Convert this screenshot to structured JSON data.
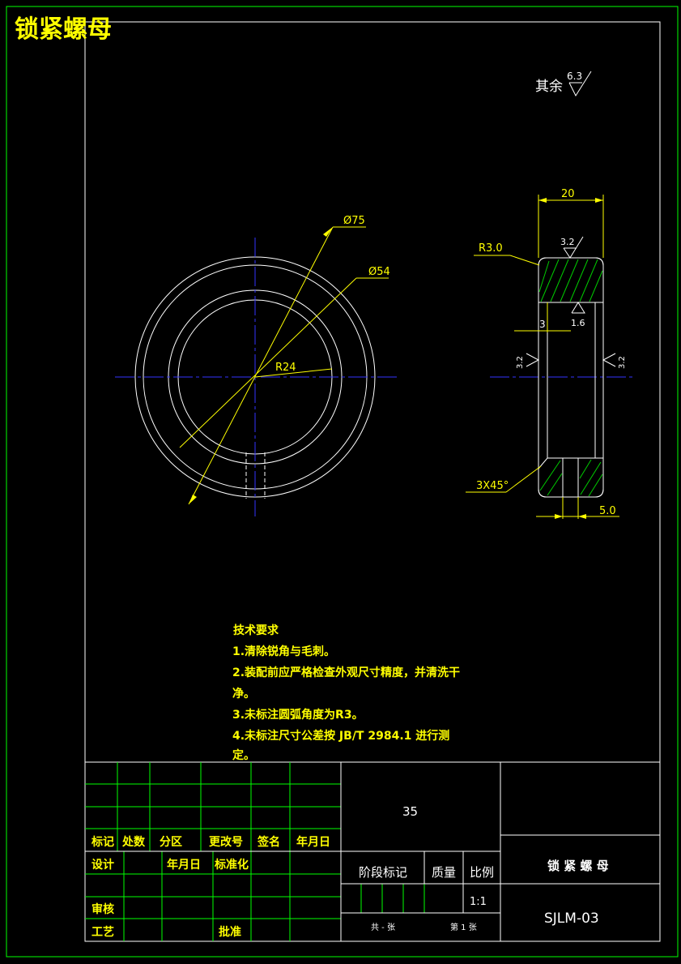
{
  "title": "锁紧螺母",
  "roughness": {
    "label": "其余",
    "value": "6.3"
  },
  "front_view": {
    "d_outer": "Ø75",
    "d_inner": "Ø54",
    "radius": "R24"
  },
  "side_view": {
    "width": "20",
    "fillet": "R3.0",
    "rough_top": "3.2",
    "dim_3": "3",
    "rough_1_6": "1.6",
    "rough_left": "3.2",
    "rough_right": "3.2",
    "chamfer": "3X45°",
    "dim_5": "5.0"
  },
  "tech": {
    "heading": "技术要求",
    "line1": "1.清除锐角与毛刺。",
    "line2a": "2.装配前应严格检查外观尺寸精度，并清洗干",
    "line2b": "净。",
    "line3": "3.未标注圆弧角度为R3。",
    "line4a": "4.未标注尺寸公差按 JB/T 2984.1 进行测",
    "line4b": "定。"
  },
  "title_block": {
    "material": "35",
    "h_mark": "标记",
    "h_count": "处数",
    "h_zone": "分区",
    "h_change": "更改号",
    "h_sign": "签名",
    "h_date": "年月日",
    "design": "设计",
    "date2": "年月日",
    "standard": "标准化",
    "review": "审核",
    "process": "工艺",
    "approve": "批准",
    "stage": "阶段标记",
    "mass": "质量",
    "scale_label": "比例",
    "scale": "1:1",
    "total": "共 - 张",
    "sheet": "第 1 张",
    "part_name": "锁 紧 螺 母",
    "code": "SJLM-03"
  },
  "colors": {
    "frame": "#00ff00",
    "line": "#ffffff",
    "dim": "#ffff00",
    "center": "#3333ff",
    "hatch": "#00cc00"
  }
}
